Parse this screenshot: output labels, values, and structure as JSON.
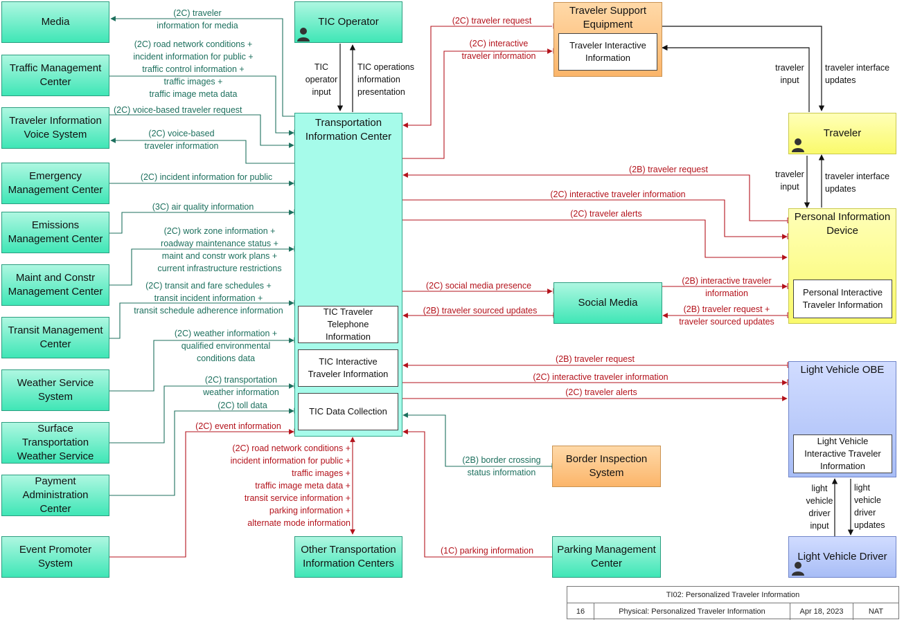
{
  "elements": {
    "media": "Media",
    "traffic_mgmt": "Traffic Management\nCenter",
    "voice_system": "Traveler Information\nVoice System",
    "emergency": "Emergency\nManagement Center",
    "emissions": "Emissions\nManagement Center",
    "maint": "Maint and Constr\nManagement Center",
    "transit": "Transit Management\nCenter",
    "weather_service": "Weather Service\nSystem",
    "surface_weather": "Surface\nTransportation\nWeather Service",
    "payment": "Payment\nAdministration\nCenter",
    "event_promoter": "Event Promoter\nSystem",
    "tic_operator": "TIC Operator",
    "tic": "Transportation\nInformation Center",
    "tic_telephone": "TIC Traveler\nTelephone\nInformation",
    "tic_interactive": "TIC Interactive\nTraveler Information",
    "tic_data": "TIC Data Collection",
    "other_tic": "Other Transportation\nInformation Centers",
    "support_equipment": "Traveler Support\nEquipment",
    "support_inner": "Traveler Interactive\nInformation",
    "traveler": "Traveler",
    "pid": "Personal Information\nDevice",
    "pid_inner": "Personal Interactive\nTraveler Information",
    "social_media": "Social Media",
    "obe": "Light Vehicle OBE",
    "obe_inner": "Light Vehicle\nInteractive Traveler\nInformation",
    "driver": "Light Vehicle Driver",
    "border": "Border Inspection\nSystem",
    "parking": "Parking Management\nCenter"
  },
  "flows": {
    "media": "(2C) traveler\ninformation for media",
    "traffic": "(2C) road network conditions +\nincident information for public +\ntraffic control information +\ntraffic images +\ntraffic image meta data",
    "voice_req": "(2C) voice-based traveler request",
    "voice_info": "(2C) voice-based\ntraveler information",
    "emergency": "(2C) incident information for public",
    "emissions": "(3C) air quality information",
    "maint": "(2C) work zone information +\nroadway maintenance status +\nmaint and constr work plans +\ncurrent infrastructure restrictions",
    "transit": "(2C) transit and fare schedules +\ntransit incident information +\ntransit schedule adherence information",
    "weather": "(2C) weather information +\nqualified environmental\nconditions data",
    "surface_weather": "(2C) transportation\nweather information",
    "toll": "(2C) toll data",
    "event": "(2C) event information",
    "other_tic": "(2C) road network conditions +\nincident information for public +\ntraffic images +\ntraffic image meta data +\ntransit service information +\nparking information +\nalternate mode information",
    "operator_input": "TIC\noperator\ninput",
    "operator_presentation": "TIC operations\ninformation\npresentation",
    "support_req": "(2C) traveler request",
    "support_info": "(2C) interactive\ntraveler information",
    "traveler_input": "traveler\ninput",
    "traveler_updates": "traveler interface\nupdates",
    "traveler_input2": "traveler\ninput",
    "traveler_updates2": "traveler interface\nupdates",
    "pid_req": "(2B) traveler request",
    "pid_info": "(2C) interactive traveler information",
    "pid_alerts": "(2C) traveler alerts",
    "social_presence": "(2C) social media presence",
    "social_updates": "(2B) traveler sourced updates",
    "social_pid_info": "(2B) interactive traveler\ninformation",
    "social_pid_req": "(2B) traveler request +\ntraveler sourced updates",
    "obe_req": "(2B) traveler request",
    "obe_info": "(2C) interactive traveler information",
    "obe_alerts": "(2C) traveler alerts",
    "border": "(2B) border crossing\nstatus information",
    "parking": "(1C) parking information",
    "driver_input": "light\nvehicle\ndriver\ninput",
    "driver_updates": "light\nvehicle\ndriver\nupdates"
  },
  "footer": {
    "title": "TI02: Personalized Traveler Information",
    "number": "16",
    "view": "Physical: Personalized Traveler Information",
    "date": "Apr 18, 2023",
    "scope": "NAT"
  },
  "colors": {
    "green_flow": "#1c6f5d",
    "red_flow": "#b3121b",
    "black_flow": "#111111"
  },
  "icons": [
    "person-icon"
  ]
}
